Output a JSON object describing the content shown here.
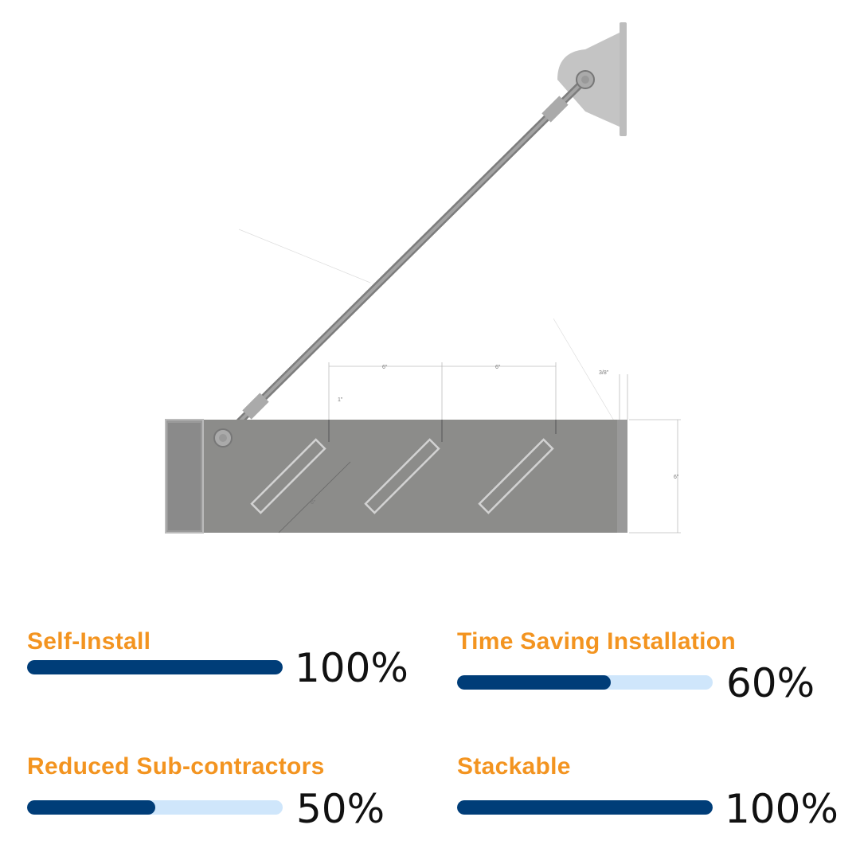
{
  "drawing": {
    "dimensions": {
      "spacing_1": "6\"",
      "spacing_2": "6\"",
      "edge": "3/8\"",
      "angle_offset": "1\"",
      "slot_length": "6\"",
      "height": "6\""
    }
  },
  "skills": [
    {
      "label": "Self-Install",
      "percent_text": "100%",
      "value": 100
    },
    {
      "label": "Time Saving Installation",
      "percent_text": "60%",
      "value": 60
    },
    {
      "label": "Reduced Sub-contractors",
      "percent_text": "50%",
      "value": 50
    },
    {
      "label": "Stackable",
      "percent_text": "100%",
      "value": 100
    }
  ],
  "colors": {
    "label": "#f39420",
    "bar_fill": "#003d78",
    "bar_track": "#cfe6fb"
  }
}
